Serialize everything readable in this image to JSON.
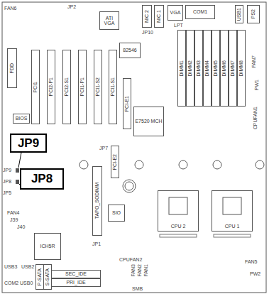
{
  "diagram": {
    "nodes": [
      {
        "text": [
          "ATI VGA"
        ]
      },
      {
        "text": [
          "NIC 2"
        ]
      },
      {
        "text": [
          "NIC 1"
        ]
      },
      {
        "text": [
          "VGA"
        ]
      },
      {
        "text": [
          "COM1"
        ]
      },
      {
        "text": [
          "USB1"
        ]
      },
      {
        "text": [
          "PS2"
        ]
      },
      {
        "text": [
          "82546"
        ]
      },
      {
        "text": [
          "FDD"
        ]
      },
      {
        "text": [
          "BIOS"
        ]
      },
      {
        "text": [
          "PCI1"
        ]
      },
      {
        "text": [
          "PCI2-P1"
        ]
      },
      {
        "text": [
          "PCI2-S1"
        ]
      },
      {
        "text": [
          "PCI1-P1"
        ]
      },
      {
        "text": [
          "PCI1-S2"
        ]
      },
      {
        "text": [
          "PCI1-S1"
        ]
      },
      {
        "text": [
          "PCI-E1"
        ]
      },
      {
        "text": [
          "E7520 MCH"
        ]
      },
      {
        "text": [
          "DIMM1"
        ]
      },
      {
        "text": [
          "DIMM2"
        ]
      },
      {
        "text": [
          "DIMM3"
        ]
      },
      {
        "text": [
          "DIMM4"
        ]
      },
      {
        "text": [
          "DIMM5"
        ]
      },
      {
        "text": [
          "DIMM6"
        ]
      },
      {
        "text": [
          "DIMM7"
        ]
      },
      {
        "text": [
          "DIMM8"
        ]
      },
      {
        "text": [
          "PCI-E2"
        ]
      },
      {
        "text": [
          "TAPO_SODIMM"
        ]
      },
      {
        "text": [
          "SIO"
        ]
      },
      {
        "text": [
          "ICH5R"
        ]
      },
      {
        "text": [
          "CPU 2"
        ]
      },
      {
        "text": [
          "CPU 1"
        ]
      },
      {
        "text": [
          "JP9"
        ]
      },
      {
        "text": [
          "JP8"
        ]
      },
      {
        "text": [
          "SEC_IDE"
        ]
      },
      {
        "text": [
          "PRI_IDE"
        ]
      },
      {
        "text": [
          "P-SATA"
        ]
      },
      {
        "text": [
          "S-SATA"
        ]
      }
    ],
    "labels": [
      "JP2",
      "FAN6",
      "JP10",
      "LPT",
      "FAN7",
      "PW1",
      "CPUFAN1",
      "JP7",
      "JP9",
      "JP8",
      "JP5",
      "FAN4",
      "J39",
      "J40",
      "JP1",
      "CPUFAN2",
      "FAN5",
      "PW2",
      "FAN3",
      "FAN2",
      "FAN1",
      "USB3",
      "USB2",
      "COM2",
      "USB0",
      "SMB"
    ]
  }
}
